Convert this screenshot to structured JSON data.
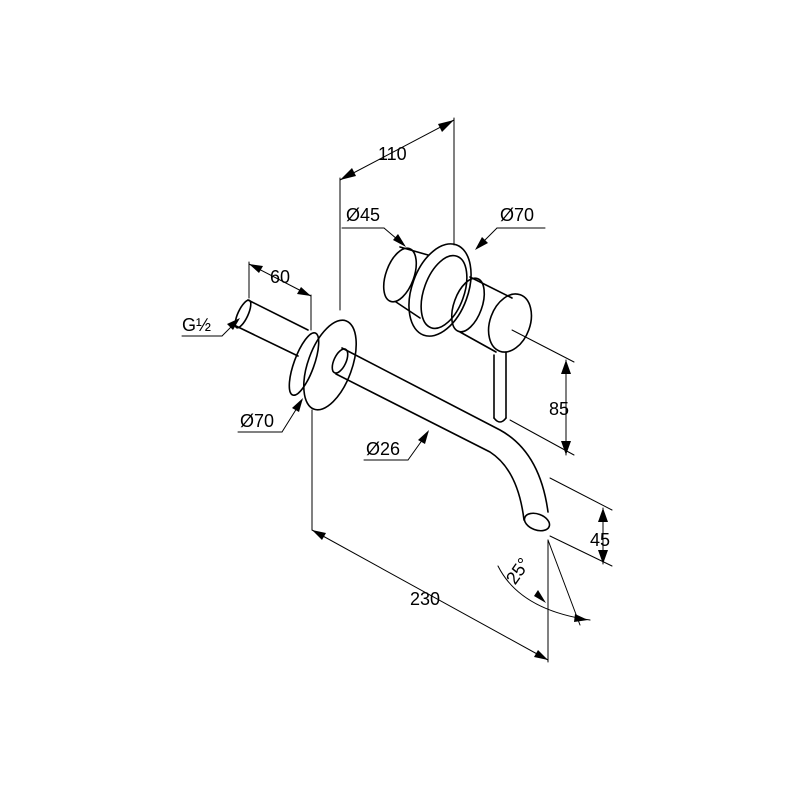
{
  "dimensions": {
    "mixer_spacing": "110",
    "button_diameter": "Ø45",
    "mixer_rosette_diameter": "Ø70",
    "wall_projection": "60",
    "thread": "G½",
    "spout_rosette_diameter": "Ø70",
    "handle_drop": "85",
    "spout_diameter": "Ø26",
    "outlet_height": "45",
    "spout_length": "230",
    "spout_angle": "25°"
  }
}
